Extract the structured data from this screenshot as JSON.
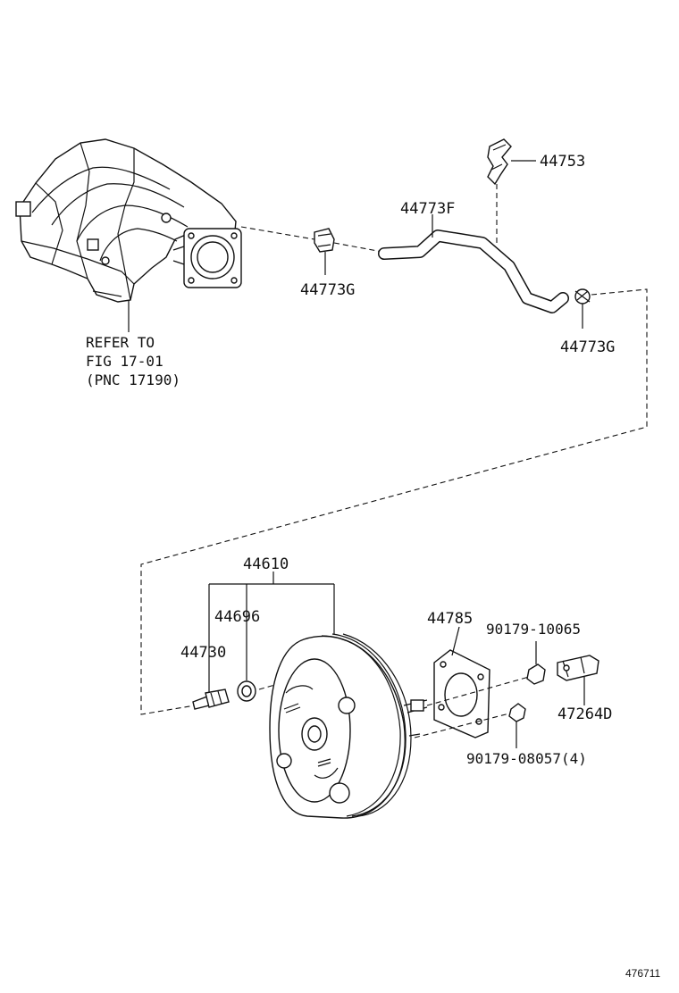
{
  "diagram": {
    "image_id": "476711",
    "reference_note": {
      "line1": "REFER TO",
      "line2": "FIG 17-01",
      "line3": "(PNC 17190)"
    },
    "part_labels": {
      "p44753": "44753",
      "p44773F": "44773F",
      "p44773G_left": "44773G",
      "p44773G_right": "44773G",
      "p44610": "44610",
      "p44696": "44696",
      "p44730": "44730",
      "p44785": "44785",
      "p90179_10065": "90179-10065",
      "p47264D": "47264D",
      "p90179_08057": "90179-08057(4)"
    }
  }
}
